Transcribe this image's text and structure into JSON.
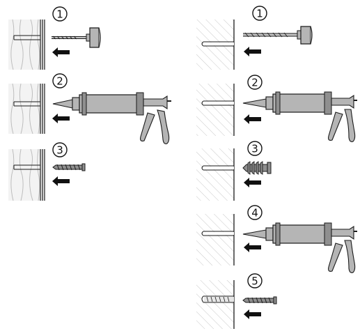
{
  "colors": {
    "ink": "#1a1a1a",
    "wall": "#f2f2f2",
    "grain": "#b9b9b9",
    "hatch": "#c8c8c8",
    "tool_fill": "#b5b5b5",
    "tool_dark": "#8f8f8f"
  },
  "columns": [
    {
      "substrate": "wood",
      "steps": [
        {
          "number": "1",
          "tool": "drill-bit"
        },
        {
          "number": "2",
          "tool": "injection-gun"
        },
        {
          "number": "3",
          "tool": "screw"
        }
      ]
    },
    {
      "substrate": "masonry",
      "steps": [
        {
          "number": "1",
          "tool": "drill-bit"
        },
        {
          "number": "2",
          "tool": "injection-gun"
        },
        {
          "number": "3",
          "tool": "wall-plug"
        },
        {
          "number": "4",
          "tool": "injection-gun"
        },
        {
          "number": "5",
          "tool": "screw"
        }
      ]
    }
  ]
}
